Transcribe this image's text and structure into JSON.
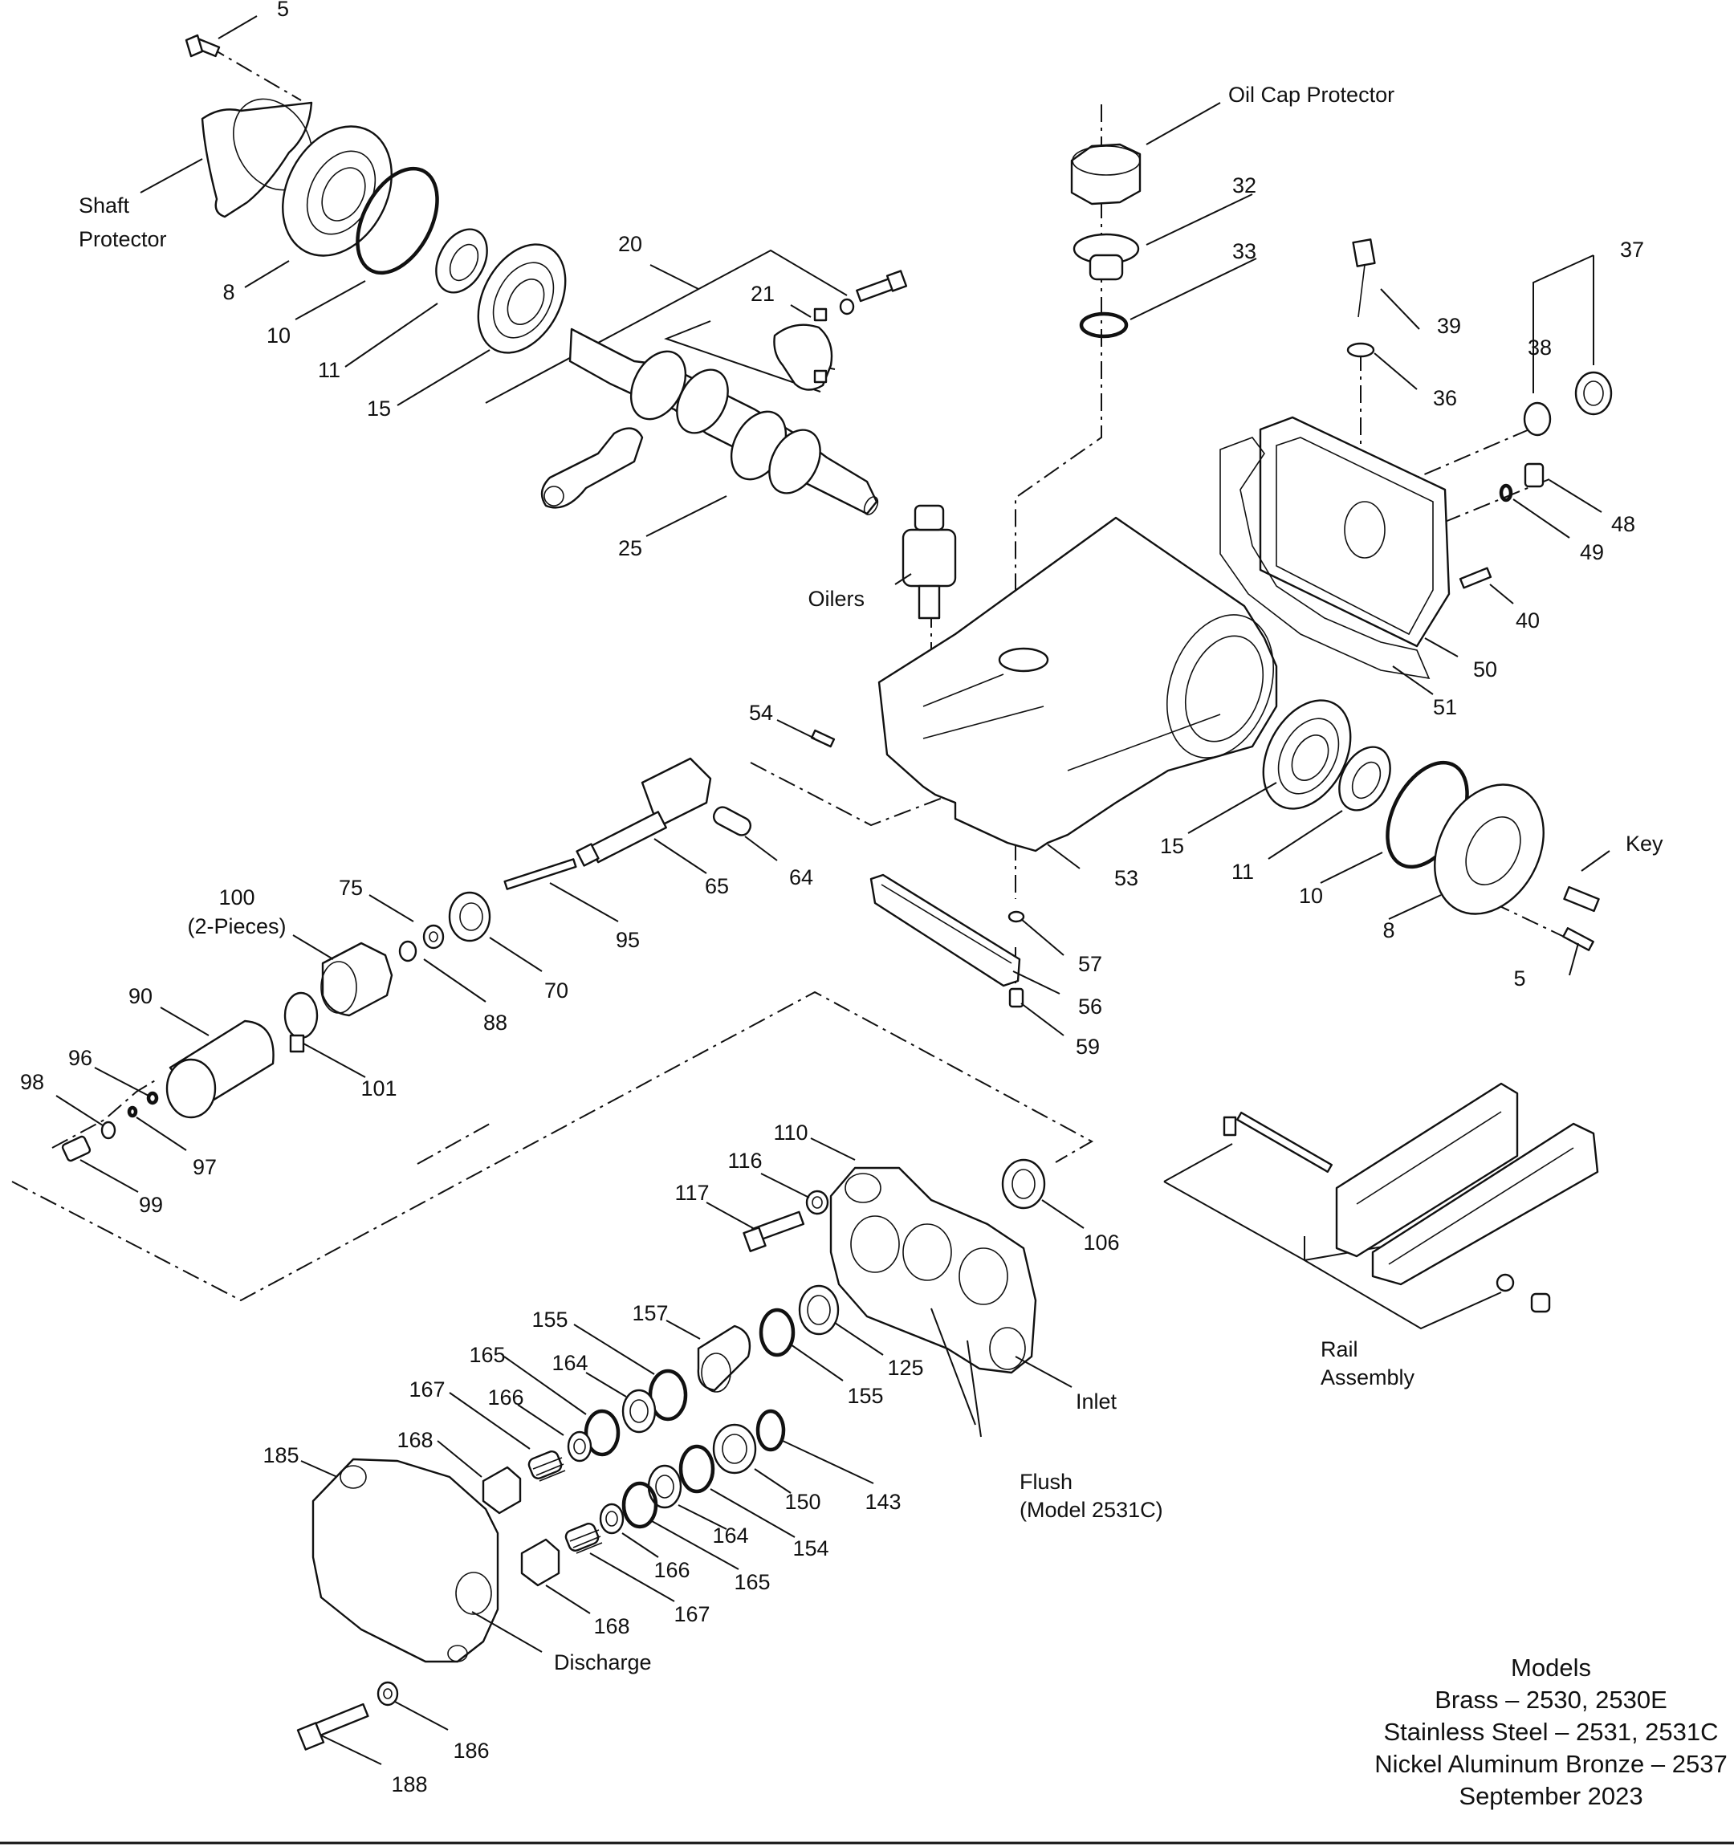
{
  "callouts": [
    {
      "id": "5-top",
      "text": "5"
    },
    {
      "id": "shaft-protector-1",
      "text": "Shaft"
    },
    {
      "id": "shaft-protector-2",
      "text": "Protector"
    },
    {
      "id": "8-top",
      "text": "8"
    },
    {
      "id": "10-top",
      "text": "10"
    },
    {
      "id": "11-top",
      "text": "11"
    },
    {
      "id": "15-top",
      "text": "15"
    },
    {
      "id": "20",
      "text": "20"
    },
    {
      "id": "21",
      "text": "21"
    },
    {
      "id": "25",
      "text": "25"
    },
    {
      "id": "oil-cap-protector",
      "text": "Oil Cap Protector"
    },
    {
      "id": "32",
      "text": "32"
    },
    {
      "id": "33",
      "text": "33"
    },
    {
      "id": "39",
      "text": "39"
    },
    {
      "id": "36",
      "text": "36"
    },
    {
      "id": "37",
      "text": "37"
    },
    {
      "id": "38",
      "text": "38"
    },
    {
      "id": "48",
      "text": "48"
    },
    {
      "id": "49",
      "text": "49"
    },
    {
      "id": "40",
      "text": "40"
    },
    {
      "id": "50",
      "text": "50"
    },
    {
      "id": "51",
      "text": "51"
    },
    {
      "id": "oilers",
      "text": "Oilers"
    },
    {
      "id": "54",
      "text": "54"
    },
    {
      "id": "53",
      "text": "53"
    },
    {
      "id": "15-right",
      "text": "15"
    },
    {
      "id": "11-right",
      "text": "11"
    },
    {
      "id": "10-right",
      "text": "10"
    },
    {
      "id": "8-right",
      "text": "8"
    },
    {
      "id": "key",
      "text": "Key"
    },
    {
      "id": "5-right",
      "text": "5"
    },
    {
      "id": "65",
      "text": "65"
    },
    {
      "id": "64",
      "text": "64"
    },
    {
      "id": "57",
      "text": "57"
    },
    {
      "id": "56",
      "text": "56"
    },
    {
      "id": "59",
      "text": "59"
    },
    {
      "id": "100-1",
      "text": "100"
    },
    {
      "id": "100-2",
      "text": "(2-Pieces)"
    },
    {
      "id": "75",
      "text": "75"
    },
    {
      "id": "95",
      "text": "95"
    },
    {
      "id": "70",
      "text": "70"
    },
    {
      "id": "88",
      "text": "88"
    },
    {
      "id": "90",
      "text": "90"
    },
    {
      "id": "101",
      "text": "101"
    },
    {
      "id": "96",
      "text": "96"
    },
    {
      "id": "98",
      "text": "98"
    },
    {
      "id": "97",
      "text": "97"
    },
    {
      "id": "99",
      "text": "99"
    },
    {
      "id": "110",
      "text": "110"
    },
    {
      "id": "116",
      "text": "116"
    },
    {
      "id": "117",
      "text": "117"
    },
    {
      "id": "106",
      "text": "106"
    },
    {
      "id": "155-top",
      "text": "155"
    },
    {
      "id": "157",
      "text": "157"
    },
    {
      "id": "125",
      "text": "125"
    },
    {
      "id": "155-mid",
      "text": "155"
    },
    {
      "id": "165-top",
      "text": "165"
    },
    {
      "id": "164-top",
      "text": "164"
    },
    {
      "id": "166-top",
      "text": "166"
    },
    {
      "id": "167-top",
      "text": "167"
    },
    {
      "id": "168-top",
      "text": "168"
    },
    {
      "id": "185",
      "text": "185"
    },
    {
      "id": "inlet",
      "text": "Inlet"
    },
    {
      "id": "143",
      "text": "143"
    },
    {
      "id": "150",
      "text": "150"
    },
    {
      "id": "154",
      "text": "154"
    },
    {
      "id": "164-bot",
      "text": "164"
    },
    {
      "id": "165-bot",
      "text": "165"
    },
    {
      "id": "166-bot",
      "text": "166"
    },
    {
      "id": "167-bot",
      "text": "167"
    },
    {
      "id": "168-bot",
      "text": "168"
    },
    {
      "id": "flush-1",
      "text": "Flush"
    },
    {
      "id": "flush-2",
      "text": "(Model 2531C)"
    },
    {
      "id": "discharge",
      "text": "Discharge"
    },
    {
      "id": "186",
      "text": "186"
    },
    {
      "id": "188",
      "text": "188"
    },
    {
      "id": "rail-1",
      "text": "Rail"
    },
    {
      "id": "rail-2",
      "text": "Assembly"
    }
  ],
  "models_block": {
    "title": "Models",
    "lines": [
      "Brass – 2530, 2530E",
      "Stainless Steel – 2531, 2531C",
      "Nickel Aluminum Bronze – 2537",
      "September 2023"
    ]
  }
}
